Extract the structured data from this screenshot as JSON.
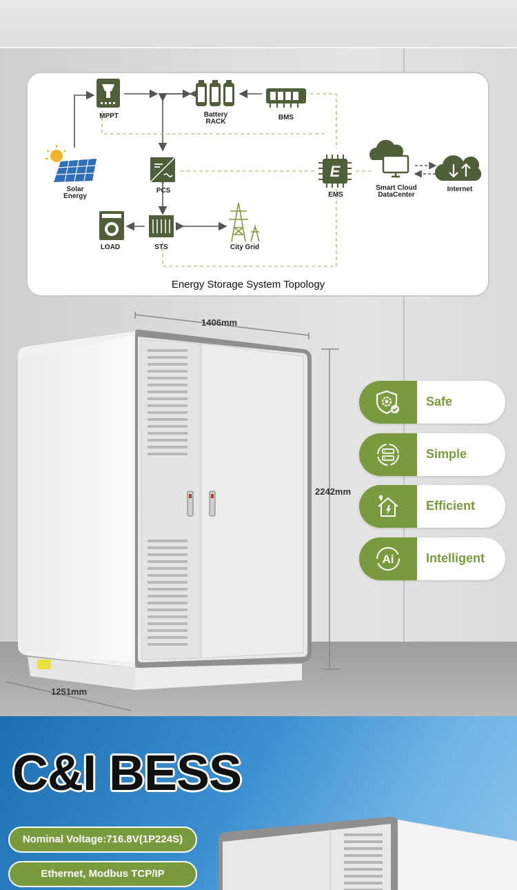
{
  "topology": {
    "title": "Energy Storage System Topology",
    "nodes": {
      "mppt": "MPPT",
      "battery_rack": "Battery\nRACK",
      "bms": "BMS",
      "solar": "Solar\nEnergy",
      "pcs": "PCS",
      "ems": "EMS",
      "smart_cloud": "Smart Cloud\nDataCenter",
      "internet": "Internet",
      "load": "LOAD",
      "sts": "STS",
      "city_grid": "City Grid"
    },
    "ems_letter": "E"
  },
  "dimensions": {
    "width": "1406mm",
    "height": "2242mm",
    "depth": "1251mm"
  },
  "features": [
    {
      "label": "Safe",
      "icon": "shield-gear-icon"
    },
    {
      "label": "Simple",
      "icon": "server-cycle-icon"
    },
    {
      "label": "Efficient",
      "icon": "eco-house-icon"
    },
    {
      "label": "Intelligent",
      "icon": "ai-icon"
    }
  ],
  "ai_icon_text": "Ai",
  "banner": {
    "title": "C&I BESS",
    "specs": [
      "Nominal Voltage:716.8V(1P224S)",
      "Ethernet, Modbus TCP/IP"
    ]
  },
  "colors": {
    "accent_green": "#7a9a3e",
    "icon_dark_green": "#4f5f3a",
    "banner_blue": "#3b8fd0"
  }
}
